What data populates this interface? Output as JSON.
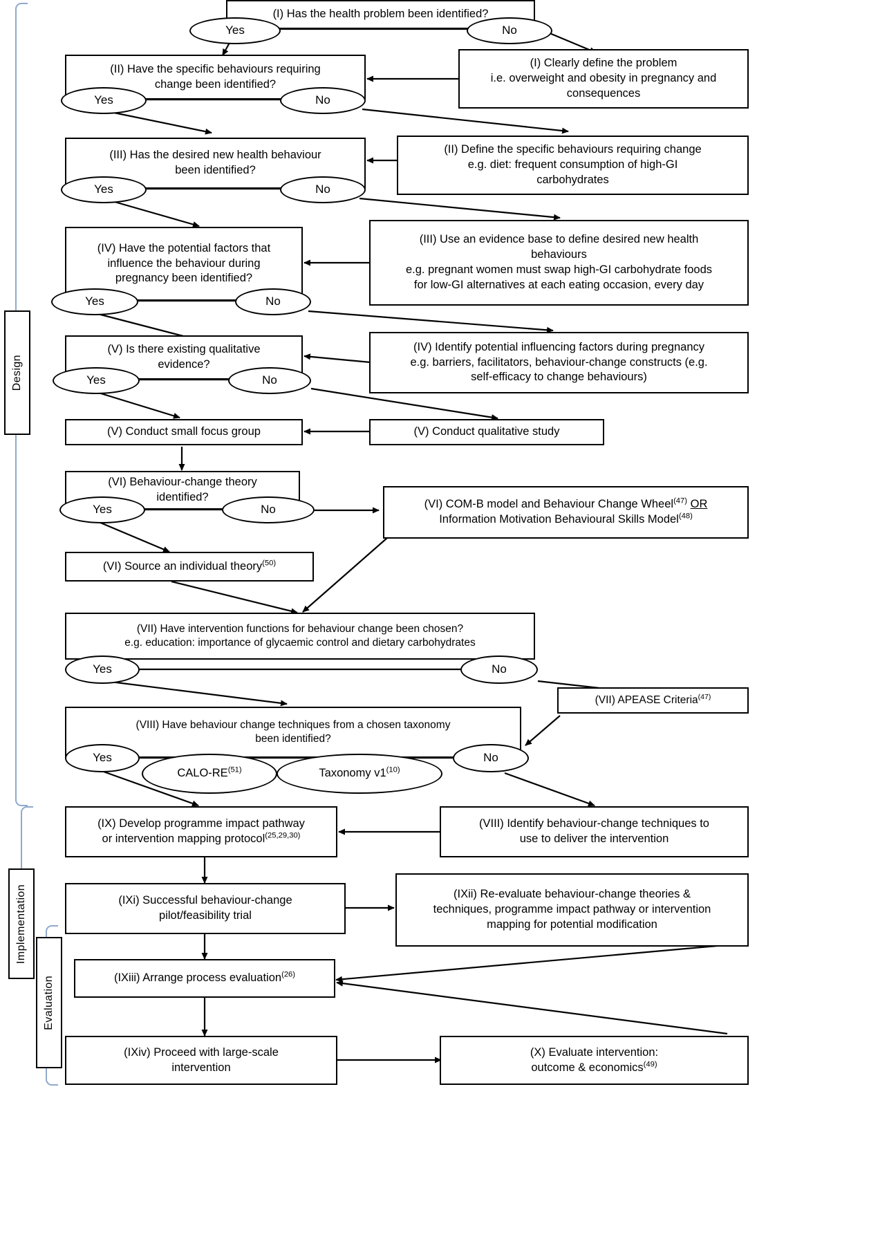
{
  "diagram": {
    "title": "Behaviour-change intervention development flowchart",
    "phases": [
      {
        "id": "design",
        "label": "Design"
      },
      {
        "id": "implementation",
        "label": "Implementation"
      },
      {
        "id": "evaluation",
        "label": "Evaluation"
      }
    ],
    "decision_labels": {
      "yes": "Yes",
      "no": "No"
    },
    "nodes": [
      {
        "id": "q1",
        "text": "(I) Has the health problem been identified?"
      },
      {
        "id": "a1",
        "text": "(I) Clearly define the problem\ni.e. overweight and obesity in pregnancy and\nconsequences"
      },
      {
        "id": "q2",
        "text": "(II) Have the specific behaviours requiring\nchange been identified?"
      },
      {
        "id": "a2",
        "text": "(II) Define the specific behaviours requiring change\ne.g. diet: frequent consumption of high-GI\ncarbohydrates"
      },
      {
        "id": "q3",
        "text": "(III) Has the desired new health behaviour\nbeen identified?"
      },
      {
        "id": "a3",
        "text": "(III) Use an evidence base to define desired new health\nbehaviours\ne.g. pregnant women must swap high-GI carbohydrate foods\nfor low-GI alternatives at each eating occasion, every day"
      },
      {
        "id": "q4",
        "text": "(IV) Have the potential factors that\ninfluence the behaviour during\npregnancy been identified?"
      },
      {
        "id": "a4",
        "text": "(IV) Identify potential influencing factors during pregnancy\ne.g. barriers, facilitators, behaviour-change constructs (e.g.\nself-efficacy to change behaviours)"
      },
      {
        "id": "q5",
        "text": "(V) Is there existing qualitative\nevidence?"
      },
      {
        "id": "n5a",
        "text": "(V) Conduct small focus group"
      },
      {
        "id": "n5b",
        "text": "(V) Conduct qualitative study"
      },
      {
        "id": "q6",
        "text": "(VI) Behaviour-change theory\nidentified?"
      },
      {
        "id": "a6",
        "text": "(VI) COM-B model and Behaviour Change Wheel(47) OR\nInformation Motivation Behavioural Skills Model(48)"
      },
      {
        "id": "n6",
        "text": "(VI) Source an individual theory(50)"
      },
      {
        "id": "q7",
        "text": "(VII) Have intervention functions for behaviour change been chosen?\ne.g. education: importance of glycaemic control and dietary carbohydrates"
      },
      {
        "id": "a7",
        "text": "(VII) APEASE Criteria(47)"
      },
      {
        "id": "q8",
        "text": "(VIII) Have behaviour change techniques from a chosen taxonomy\nbeen identified?"
      },
      {
        "id": "a8",
        "text": "(VIII) Identify behaviour-change techniques to\nuse to deliver the intervention"
      },
      {
        "id": "n9",
        "text": "(IX) Develop programme impact pathway\nor intervention mapping protocol(25,29,30)"
      },
      {
        "id": "n9i",
        "text": "(IXi) Successful behaviour-change\npilot/feasibility trial"
      },
      {
        "id": "n9ii",
        "text": "(IXii) Re-evaluate behaviour-change theories &\ntechniques, programme impact pathway or intervention\nmapping for potential modification"
      },
      {
        "id": "n9iii",
        "text": "(IXiii) Arrange process evaluation(26)"
      },
      {
        "id": "n9iv",
        "text": "(IXiv) Proceed with large-scale\nintervention"
      },
      {
        "id": "n10",
        "text": "(X) Evaluate intervention:\noutcome & economics(49)"
      }
    ],
    "taxonomy_options": [
      {
        "id": "calo-re",
        "label": "CALO-RE",
        "ref": "(51)"
      },
      {
        "id": "taxonomy-v1",
        "label": "Taxonomy v1",
        "ref": "(10)"
      }
    ],
    "references": {
      "com_b": "(47)",
      "imb": "(48)",
      "individual_theory": "(50)",
      "apease": "(47)",
      "calo_re": "(51)",
      "taxonomy_v1": "(10)",
      "pathway": "(25,29,30)",
      "process_evaluation": "(26)",
      "evaluate": "(49)"
    },
    "colors": {
      "line": "#000000",
      "bracket": "#8FA9CC",
      "background": "#ffffff"
    }
  }
}
